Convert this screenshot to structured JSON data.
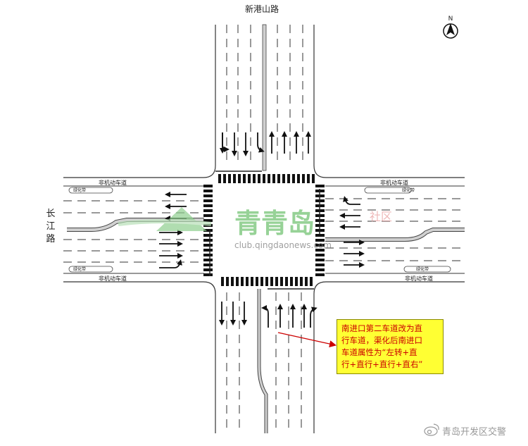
{
  "roads": {
    "north_name": "新港山路",
    "west_name_chars": [
      "长",
      "江",
      "路"
    ]
  },
  "compass": {
    "letter": "N"
  },
  "side_labels": {
    "nonmotor_lane": "非机动车道",
    "green_belt": "绿化带"
  },
  "watermark": {
    "brand": "青青岛",
    "tag": "社区",
    "url": "club.qingdaonews.com"
  },
  "callout": {
    "lines": [
      "南进口第二车道改为直",
      "行车道，渠化后南进口",
      "车道属性为“左转+直",
      "行+直行+直行+直右”"
    ]
  },
  "source": {
    "weibo_account": "青岛开发区交警"
  },
  "colors": {
    "callout_bg": "#ffff33",
    "callout_text": "#cc0000",
    "arrow_line": "#cc0000",
    "watermark_green": "#6cc06c"
  }
}
